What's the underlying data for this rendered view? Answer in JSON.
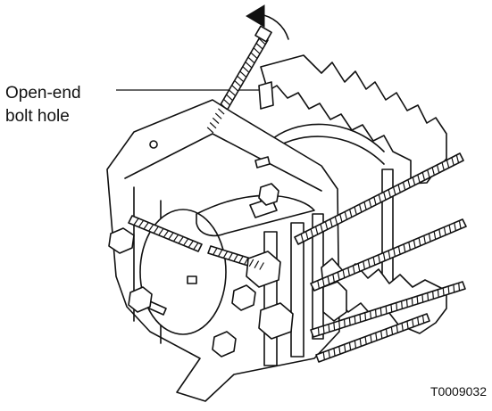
{
  "callout": {
    "line1": "Open-end",
    "line2": "bolt hole"
  },
  "figure_id": "T0009032",
  "icons": {
    "rotation_arrow": "curved-arrow-counterclockwise"
  }
}
